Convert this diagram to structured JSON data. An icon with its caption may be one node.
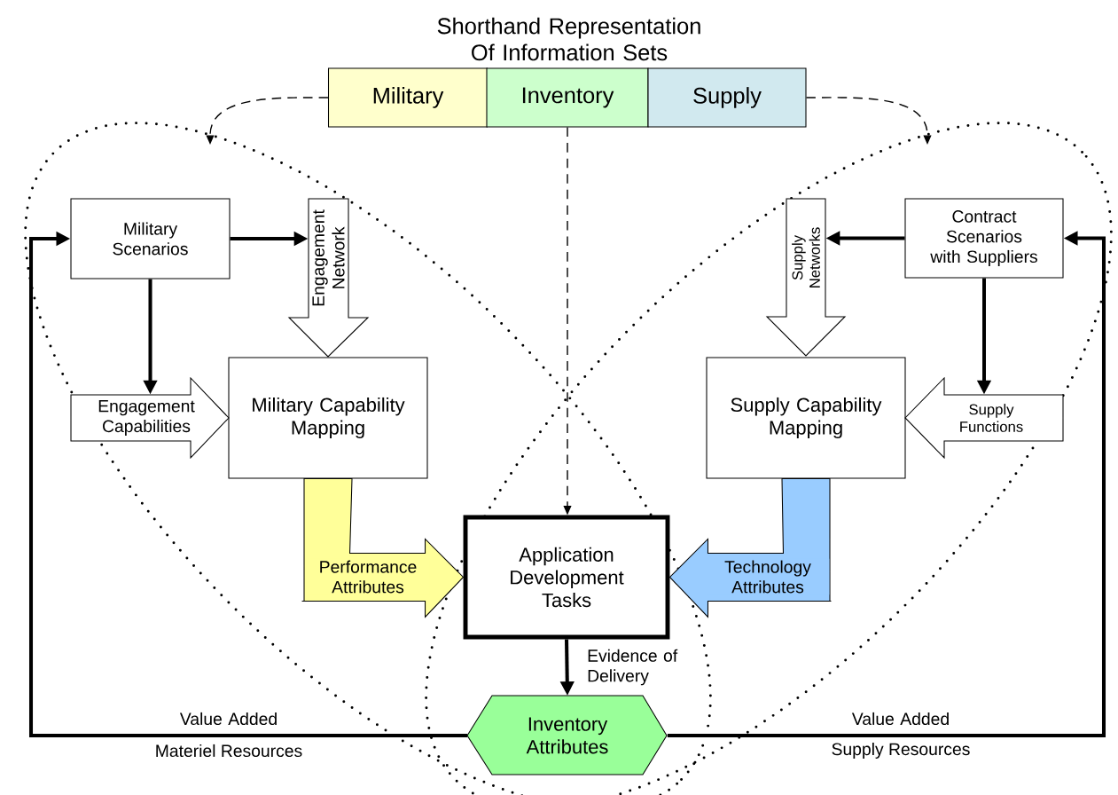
{
  "diagram": {
    "title": "Shorthand Representation Of Information Sets",
    "nodes": [
      {
        "text": [
          "Military"
        ]
      },
      {
        "text": [
          "Inventory"
        ]
      },
      {
        "text": [
          "Supply"
        ]
      },
      {
        "text": [
          "Military Scenarios"
        ]
      },
      {
        "text": [
          "Engagement Network"
        ]
      },
      {
        "text": [
          "Military Capability Mapping"
        ]
      },
      {
        "text": [
          "Engagement Capabilities"
        ]
      },
      {
        "text": [
          "Contract Scenarios with Suppliers"
        ]
      },
      {
        "text": [
          "Supply Networks"
        ]
      },
      {
        "text": [
          "Supply Capability Mapping"
        ]
      },
      {
        "text": [
          "Supply Functions"
        ]
      },
      {
        "text": [
          "Application Development Tasks"
        ]
      },
      {
        "text": [
          "Inventory Attributes"
        ]
      }
    ],
    "edges": [
      {
        "from": 0,
        "to": null,
        "arrow": "to",
        "style": "dashed"
      },
      {
        "from": 1,
        "to": 11,
        "arrow": "to",
        "style": "dashed"
      },
      {
        "from": 2,
        "to": null,
        "arrow": "to",
        "style": "dashed"
      },
      {
        "from": 3,
        "to": 4,
        "arrow": "to"
      },
      {
        "from": 3,
        "to": 6,
        "arrow": "to"
      },
      {
        "from": 7,
        "to": 8,
        "arrow": "to"
      },
      {
        "from": 7,
        "to": 10,
        "arrow": "to"
      },
      {
        "from": 5,
        "to": 11,
        "arrow": "to",
        "label": "Performance Attributes",
        "color": "#ffff99"
      },
      {
        "from": 9,
        "to": 11,
        "arrow": "to",
        "label": "Technology Attributes",
        "color": "#99ccff"
      },
      {
        "from": 11,
        "to": 12,
        "arrow": "to",
        "label": "Evidence of Delivery"
      },
      {
        "from": 12,
        "to": 3,
        "arrow": "to",
        "label": "Value Added"
      },
      {
        "from": 12,
        "to": 7,
        "arrow": "to",
        "label": "Value Added"
      }
    ],
    "labels": [
      "Materiel Resources",
      "Supply Resources"
    ]
  }
}
